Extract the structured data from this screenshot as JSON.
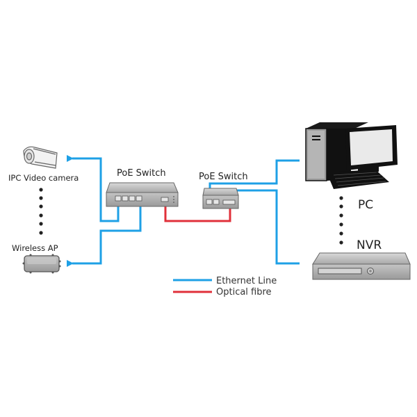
{
  "diagram": {
    "colors": {
      "ethernet": "#1ea0e6",
      "fibre": "#e0303a",
      "device_gray": "#b8b8b8",
      "device_dark": "#111111"
    },
    "nodes": {
      "ipc_camera": {
        "label": "IPC Video camera",
        "icon": "security-camera-icon"
      },
      "wireless_ap": {
        "label": "Wireless AP",
        "icon": "wireless-access-point-icon"
      },
      "poe_switch_main": {
        "label": "PoE Switch",
        "icon": "poe-switch-icon"
      },
      "poe_switch_small": {
        "label": "PoE Switch",
        "icon": "poe-switch-icon"
      },
      "pc": {
        "label": "PC",
        "icon": "desktop-computer-icon"
      },
      "nvr": {
        "label": "NVR",
        "icon": "nvr-recorder-icon"
      }
    },
    "legend": [
      {
        "label": "Ethernet Line",
        "type": "ethernet"
      },
      {
        "label": "Optical fibre",
        "type": "fibre"
      }
    ],
    "connections": [
      {
        "from": "poe_switch_main",
        "to": "ipc_camera",
        "type": "ethernet"
      },
      {
        "from": "poe_switch_main",
        "to": "wireless_ap",
        "type": "ethernet"
      },
      {
        "from": "poe_switch_main",
        "to": "poe_switch_small",
        "type": "fibre"
      },
      {
        "from": "poe_switch_small",
        "to": "pc",
        "type": "ethernet"
      },
      {
        "from": "poe_switch_small",
        "to": "nvr",
        "type": "ethernet"
      }
    ],
    "ellipsis_left": "more endpoints",
    "ellipsis_right": "more clients"
  }
}
